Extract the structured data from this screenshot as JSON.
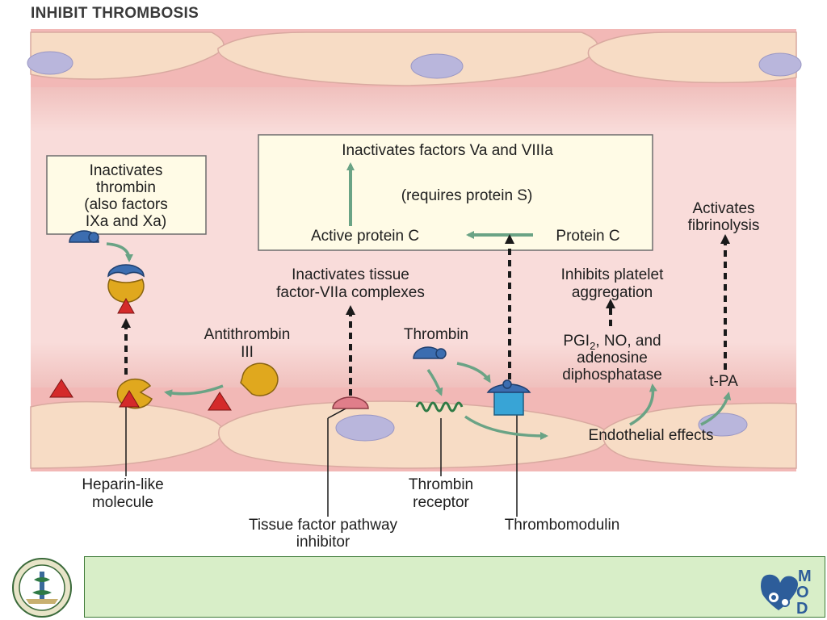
{
  "slide": {
    "title": "INHIBIT THROMBOSIS"
  },
  "boxes": {
    "antithrombin_box": [
      "Inactivates",
      "thrombin",
      "(also factors",
      "IXa and Xa)"
    ],
    "protein_c_box": {
      "top": "Inactivates factors Va and VIIIa",
      "middle": "(requires protein S)",
      "active": "Active protein C",
      "protein": "Protein C"
    }
  },
  "labels": {
    "tfpi_effect": [
      "Inactivates tissue",
      "factor-VIIa complexes"
    ],
    "platelet_effect": [
      "Inhibits platelet",
      "aggregation"
    ],
    "fibrinolysis": [
      "Activates",
      "fibrinolysis"
    ],
    "antithrombin": [
      "Antithrombin",
      "III"
    ],
    "thrombin": "Thrombin",
    "pgi2": [
      "PGI",
      "2",
      ", NO, and"
    ],
    "adenosine": [
      "adenosine",
      "diphosphatase"
    ],
    "tpa": "t-PA",
    "endothelial": "Endothelial effects",
    "heparin": [
      "Heparin-like",
      "molecule"
    ],
    "tfpi": [
      "Tissue factor pathway",
      "inhibitor"
    ],
    "thrombin_receptor": [
      "Thrombin",
      "receptor"
    ],
    "thrombomodulin": "Thrombomodulin"
  },
  "footer": {
    "logo_left": "university-seal-icon",
    "logo_right": "mod-logo-icon",
    "logo_right_letters": [
      "M",
      "O",
      "D"
    ]
  },
  "colors": {
    "vessel": "#f2c2c0",
    "lumen": "#f9dcda",
    "cell": "#f7dcc5",
    "nucleus": "#b9b6dc",
    "arrow_green": "#6aa385",
    "box_fill": "#fffbe6",
    "thrombin_blue": "#3c6db0",
    "antithrombin_gold": "#e0a81e",
    "heparin_red": "#d42a2a",
    "footer_green": "#d8eec8"
  }
}
